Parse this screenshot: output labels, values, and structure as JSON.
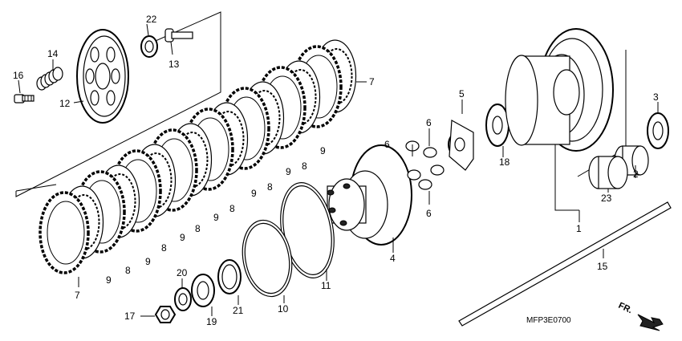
{
  "diagram": {
    "code": "MFP3E0700",
    "direction_label": "FR.",
    "callouts": [
      {
        "id": "c1",
        "label": "1"
      },
      {
        "id": "c2",
        "label": "2"
      },
      {
        "id": "c3",
        "label": "3"
      },
      {
        "id": "c4",
        "label": "4"
      },
      {
        "id": "c5",
        "label": "5"
      },
      {
        "id": "c6a",
        "label": "6"
      },
      {
        "id": "c6b",
        "label": "6"
      },
      {
        "id": "c6c",
        "label": "6"
      },
      {
        "id": "c7a",
        "label": "7"
      },
      {
        "id": "c7b",
        "label": "7"
      },
      {
        "id": "c8a",
        "label": "8"
      },
      {
        "id": "c8b",
        "label": "8"
      },
      {
        "id": "c8c",
        "label": "8"
      },
      {
        "id": "c8d",
        "label": "8"
      },
      {
        "id": "c8e",
        "label": "8"
      },
      {
        "id": "c8f",
        "label": "8"
      },
      {
        "id": "c8g",
        "label": "8"
      },
      {
        "id": "c9a",
        "label": "9"
      },
      {
        "id": "c9b",
        "label": "9"
      },
      {
        "id": "c9c",
        "label": "9"
      },
      {
        "id": "c9d",
        "label": "9"
      },
      {
        "id": "c9e",
        "label": "9"
      },
      {
        "id": "c9f",
        "label": "9"
      },
      {
        "id": "c9g",
        "label": "9"
      },
      {
        "id": "c9h",
        "label": "9"
      },
      {
        "id": "c10",
        "label": "10"
      },
      {
        "id": "c11",
        "label": "11"
      },
      {
        "id": "c12",
        "label": "12"
      },
      {
        "id": "c13",
        "label": "13"
      },
      {
        "id": "c14",
        "label": "14"
      },
      {
        "id": "c15",
        "label": "15"
      },
      {
        "id": "c16",
        "label": "16"
      },
      {
        "id": "c17",
        "label": "17"
      },
      {
        "id": "c18",
        "label": "18"
      },
      {
        "id": "c19",
        "label": "19"
      },
      {
        "id": "c20",
        "label": "20"
      },
      {
        "id": "c21",
        "label": "21"
      },
      {
        "id": "c22",
        "label": "22"
      },
      {
        "id": "c23",
        "label": "23"
      }
    ]
  }
}
